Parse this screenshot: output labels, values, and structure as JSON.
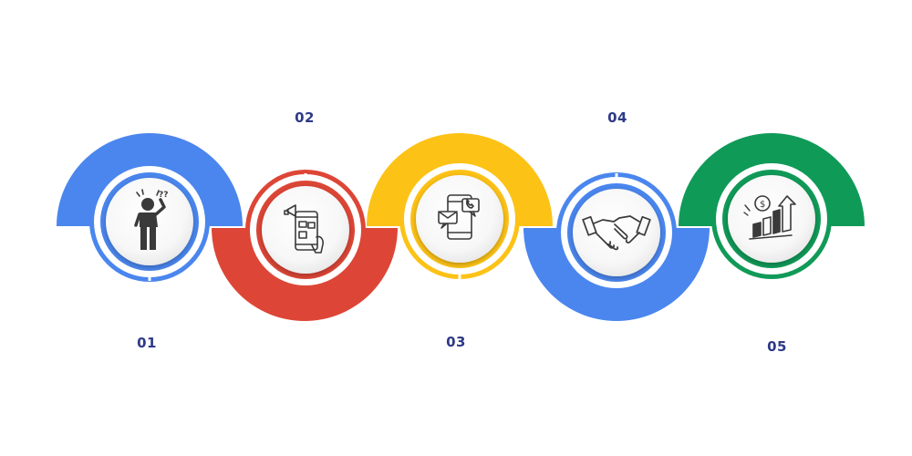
{
  "colors": {
    "blue": "#4a86ee",
    "red": "#dd4636",
    "yellow": "#fdc216",
    "green": "#109a58",
    "number_text": "#2e3a87",
    "icon_stroke": "#3a3a3a"
  },
  "steps": [
    {
      "number": "01",
      "color": "blue",
      "icon": "confused-person-icon"
    },
    {
      "number": "02",
      "color": "red",
      "icon": "phone-social-media-icon"
    },
    {
      "number": "03",
      "color": "yellow",
      "icon": "phone-messages-icon"
    },
    {
      "number": "04",
      "color": "blue",
      "icon": "handshake-icon"
    },
    {
      "number": "05",
      "color": "green",
      "icon": "money-growth-chart-icon"
    }
  ]
}
